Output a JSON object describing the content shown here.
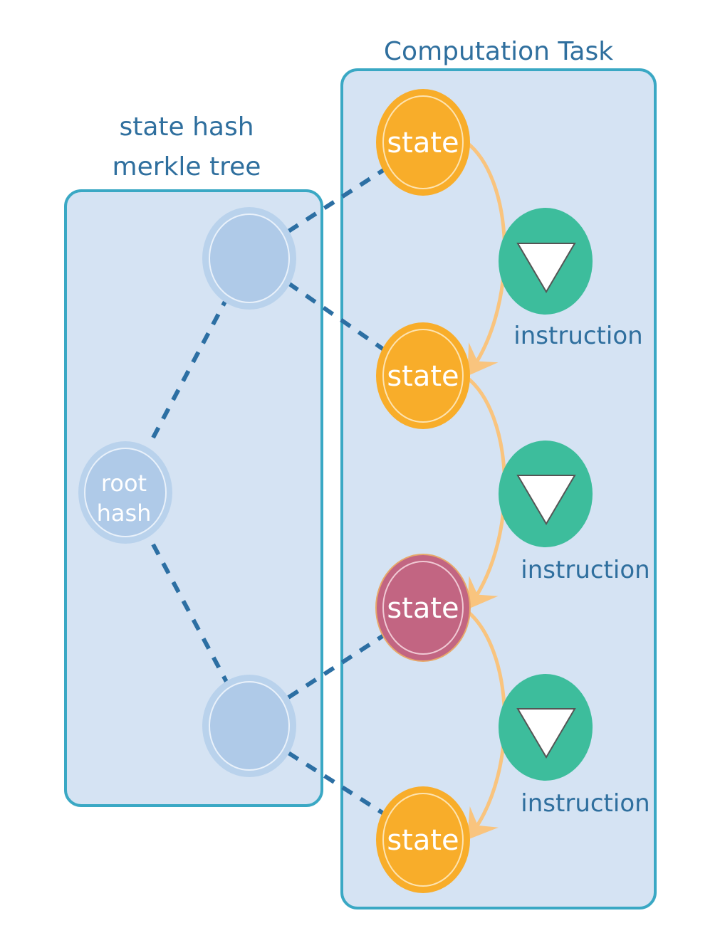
{
  "diagram": {
    "left_group": {
      "title_line1": "state hash",
      "title_line2": "merkle tree",
      "root_node": {
        "line1": "root",
        "line2": "hash"
      },
      "leaf_nodes": 2
    },
    "right_group": {
      "title": "Computation Task",
      "states": [
        {
          "label": "state",
          "color": "#f8ad2a",
          "highlighted": false
        },
        {
          "label": "state",
          "color": "#f8ad2a",
          "highlighted": false
        },
        {
          "label": "state",
          "color": "#c26582",
          "highlighted": true
        },
        {
          "label": "state",
          "color": "#f8ad2a",
          "highlighted": false
        }
      ],
      "instructions": [
        {
          "label": "instruction"
        },
        {
          "label": "instruction"
        },
        {
          "label": "instruction"
        }
      ]
    },
    "colors": {
      "panel_fill": "#d5e3f3",
      "panel_border": "#3aa8c4",
      "state_orange": "#f8ad2a",
      "state_highlight": "#c26582",
      "instruction_green": "#3dbd9c",
      "hash_node": "#afcae8",
      "dashed_link": "#2c6fa3",
      "flow_arrow": "#f9c47e",
      "title_text": "#2f6f9e"
    }
  }
}
